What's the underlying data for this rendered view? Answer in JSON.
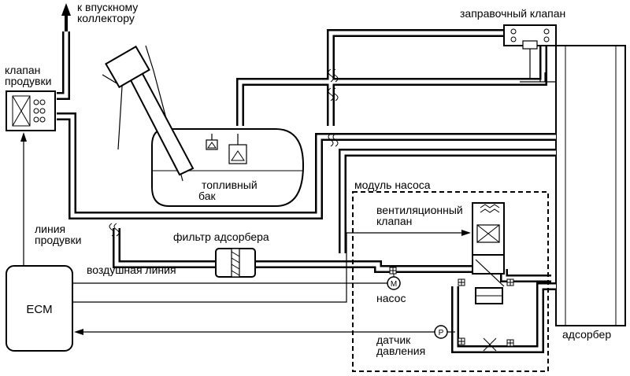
{
  "labels": {
    "intake_line1": "к впускному",
    "intake_line2": "коллектору",
    "purge_valve_line1": "клапан",
    "purge_valve_line2": "продувки",
    "filler_valve": "заправочный клапан",
    "fuel_tank_line1": "топливный",
    "fuel_tank_line2": "бак",
    "pump_module": "модуль насоса",
    "vent_valve_line1": "вентиляционный",
    "vent_valve_line2": "клапан",
    "purge_line_line1": "линия",
    "purge_line_line2": "продувки",
    "canister_filter": "фильтр адсорбера",
    "air_line": "воздушная линия",
    "ecm": "ECM",
    "pump": "насос",
    "pressure_sensor_line1": "датчик",
    "pressure_sensor_line2": "давления",
    "canister": "адсорбер",
    "pump_symbol": "M",
    "sensor_symbol": "P"
  },
  "colors": {
    "line": "#000000",
    "background": "#ffffff"
  }
}
